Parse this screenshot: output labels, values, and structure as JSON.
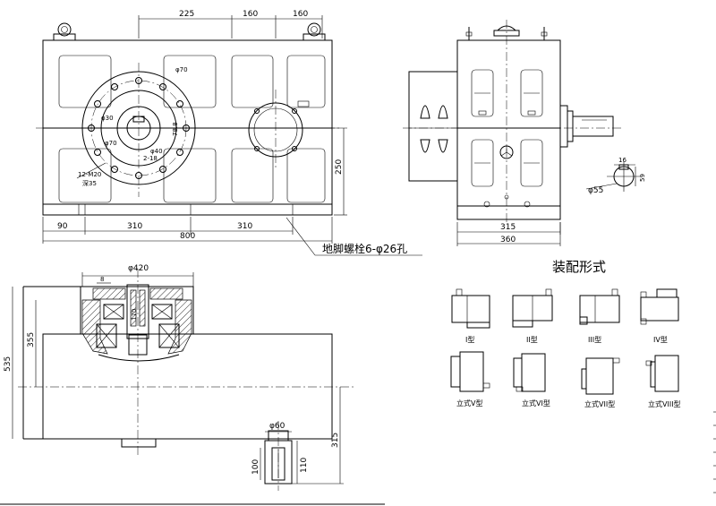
{
  "front_view": {
    "dims_top": [
      "225",
      "160",
      "160"
    ],
    "dims_bottom": [
      "90",
      "310",
      "310"
    ],
    "overall_width": "800",
    "height_dim": "250",
    "labels": {
      "phi70": "φ70",
      "phi30": "φ30",
      "phi70b": "φ70",
      "phi40": "φ40",
      "dim_78_8": "78.8",
      "dim_2_18": "2-18",
      "bolt": "12-M20",
      "depth": "深35"
    },
    "foundation_note": "地脚螺栓6-φ26孔"
  },
  "side_view": {
    "dims": [
      "315",
      "360"
    ],
    "shaft_diameter": "φ55",
    "key_width": "16",
    "key_height": "59"
  },
  "section_view": {
    "phi420": "φ420",
    "dim8": "8",
    "dim170": "170",
    "dim355": "355",
    "dim535": "535",
    "dim315": "315",
    "phi60": "φ60",
    "dim100": "100",
    "dim110": "110"
  },
  "assembly": {
    "title": "装配形式",
    "types": [
      "I型",
      "II型",
      "III型",
      "IV型",
      "立式V型",
      "立式VI型",
      "立式VII型",
      "立式VIII型"
    ]
  }
}
